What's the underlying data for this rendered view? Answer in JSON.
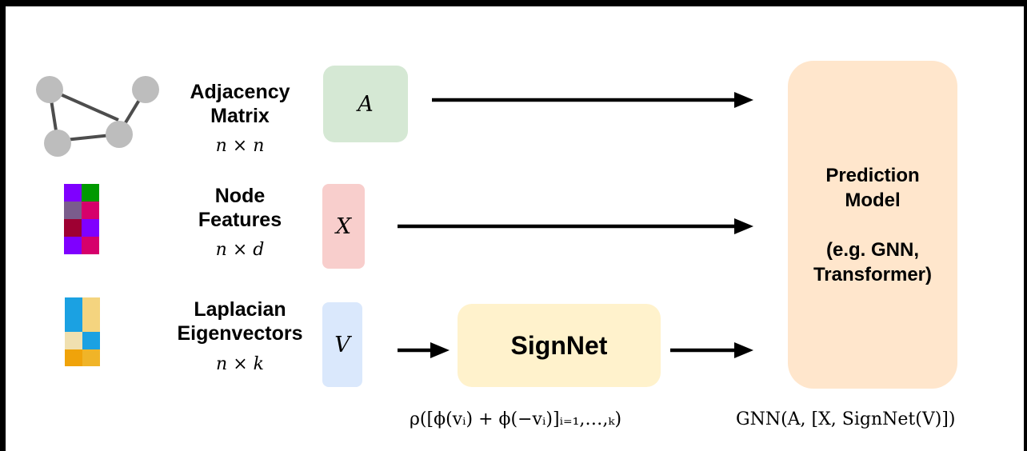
{
  "rows": [
    {
      "label_line1": "Adjacency",
      "label_line2": "Matrix",
      "dim": "n × n",
      "symbol": "A"
    },
    {
      "label_line1": "Node",
      "label_line2": "Features",
      "dim": "n × d",
      "symbol": "X"
    },
    {
      "label_line1": "Laplacian",
      "label_line2": "Eigenvectors",
      "dim": "n × k",
      "symbol": "V"
    }
  ],
  "signnet": {
    "label": "SignNet",
    "formula": "ρ([ϕ(vᵢ) + ϕ(−vᵢ)]ᵢ₌₁,…,ₖ)"
  },
  "model": {
    "line1": "Prediction",
    "line2": "Model",
    "line3": "(e.g. GNN,",
    "line4": "Transformer)",
    "formula": "GNN(A, [X, SignNet(V)])"
  },
  "colors": {
    "adjacency_box": "#d5e8d4",
    "features_box": "#f8cecc",
    "eigen_box": "#dae8fc",
    "signnet_box": "#fff2cc",
    "model_box": "#ffe6cc",
    "graph_node": "#bdbdbd",
    "graph_edge": "#4d4d4d",
    "feature_matrix": [
      "#7f00ff",
      "#009900",
      "#7a5c8c",
      "#d6006b",
      "#9e0032",
      "#7f00ff",
      "#7f00ff",
      "#d6006b"
    ],
    "eigen_matrix": [
      "#1ba1e2",
      "#f4d47f",
      "#1ba1e2",
      "#f4d47f",
      "#f0e0b0",
      "#1ba1e2",
      "#f0a30a",
      "#f0b428"
    ]
  },
  "icons": [
    "graph-icon",
    "feature-matrix-icon",
    "eigenvector-matrix-icon"
  ]
}
